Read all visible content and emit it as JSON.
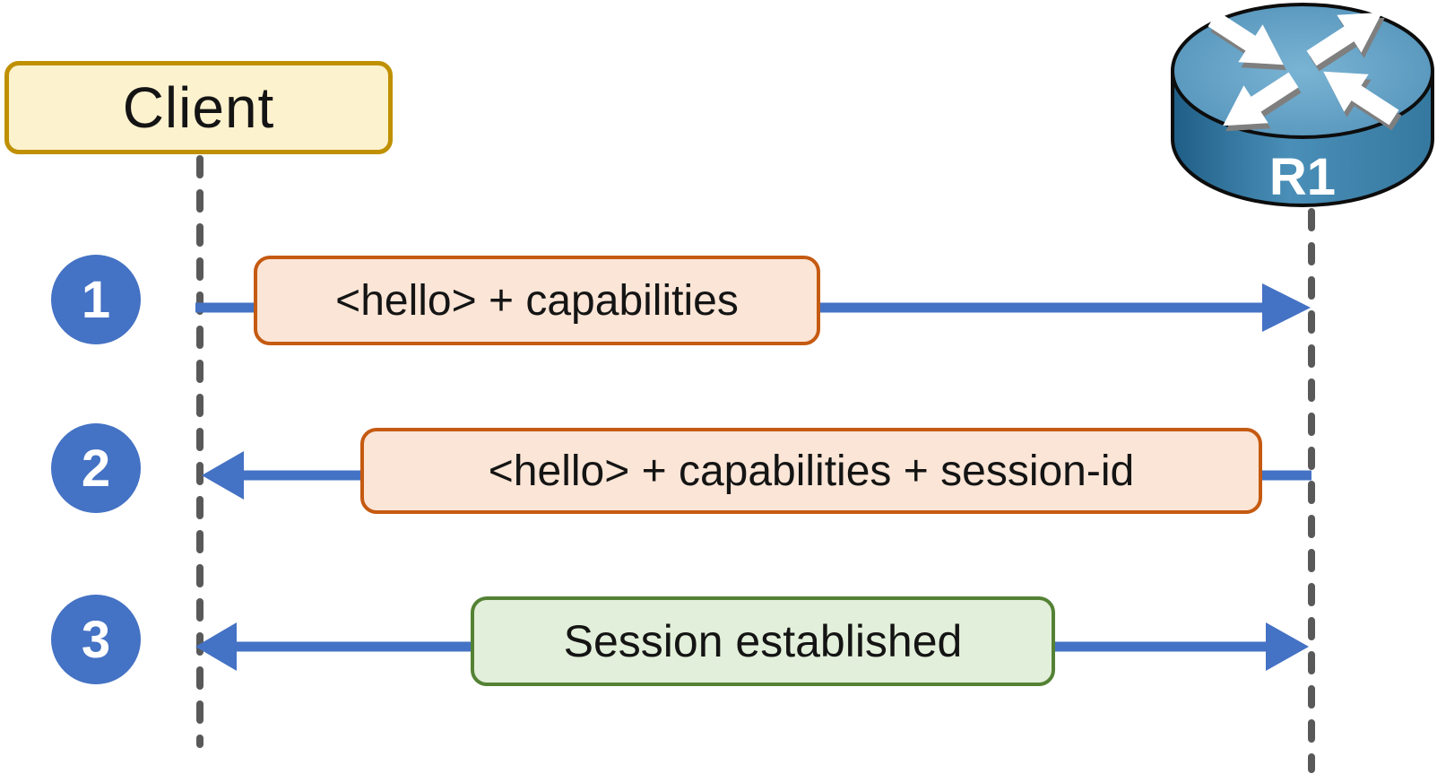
{
  "actors": {
    "client": {
      "label": "Client"
    },
    "router": {
      "label": "R1"
    }
  },
  "messages": [
    {
      "step": "1",
      "label": "<hello> + capabilities",
      "from": "Client",
      "to": "R1",
      "direction": "right"
    },
    {
      "step": "2",
      "label": "<hello> + capabilities + session-id",
      "from": "R1",
      "to": "Client",
      "direction": "left"
    },
    {
      "step": "3",
      "label": "Session established",
      "from": "Client",
      "to": "R1",
      "direction": "both"
    }
  ],
  "colors": {
    "arrow_blue": "#4472C4",
    "lifeline_gray": "#595959",
    "client_box_fill": "#FDF2CE",
    "client_box_border": "#BF9000",
    "hello_box_fill": "#FBE5D6",
    "hello_box_border": "#C55A11",
    "session_box_fill": "#E2EFDA",
    "session_box_border": "#548235",
    "router_body_blue": "#3D81A9"
  }
}
